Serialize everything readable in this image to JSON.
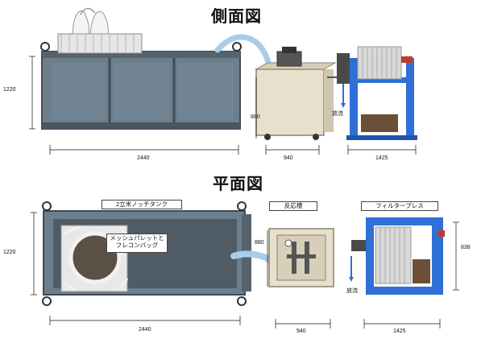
{
  "titles": {
    "side_view": "側面図",
    "plan_view": "平面図"
  },
  "side": {
    "tank_height": "1220",
    "tank_length": "2440",
    "reactor_height": "880",
    "reactor_width": "940",
    "press_width": "1425",
    "discharge": "放流"
  },
  "plan": {
    "tank_label": "2立米ノッチタンク",
    "bag_label_line1": "メッシュパレットと",
    "bag_label_line2": "フレコンバッグ",
    "reactor_label": "反応槽",
    "press_label": "フィルタープレス",
    "tank_width": "1220",
    "tank_length": "2440",
    "reactor_depth": "880",
    "reactor_width": "940",
    "press_width": "1425",
    "press_depth": "838",
    "discharge": "放流"
  },
  "colors": {
    "tank": "#6d7f8c",
    "tank_dark": "#3f4b55",
    "reactor": "#e8e0cc",
    "press_frame": "#2f6fd6",
    "press_plates": "#d9d9d9",
    "hose": "#a9cde8"
  }
}
